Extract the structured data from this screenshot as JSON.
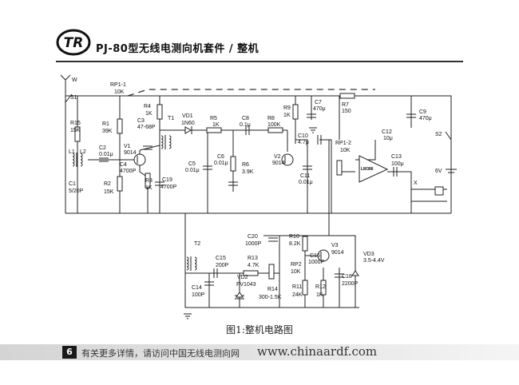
{
  "header": {
    "logo_text": "TR",
    "title": "PJ-80型无线电测向机套件 / 整机"
  },
  "schematic": {
    "components": [
      {
        "id": "W",
        "labels": [
          "W"
        ]
      },
      {
        "id": "S1",
        "labels": [
          "S1"
        ]
      },
      {
        "id": "RP1-1",
        "labels": [
          "RP1-1",
          "10K"
        ]
      },
      {
        "id": "R15",
        "labels": [
          "R15",
          "15K"
        ]
      },
      {
        "id": "L1",
        "labels": [
          "L1"
        ]
      },
      {
        "id": "L2",
        "labels": [
          "L2"
        ]
      },
      {
        "id": "C1",
        "labels": [
          "C1",
          "5/20P"
        ]
      },
      {
        "id": "R1",
        "labels": [
          "R1",
          "39K"
        ]
      },
      {
        "id": "C2",
        "labels": [
          "C2",
          "0.01μ"
        ]
      },
      {
        "id": "C3",
        "labels": [
          "C3",
          "47-68P"
        ]
      },
      {
        "id": "R4",
        "labels": [
          "R4",
          "1K"
        ]
      },
      {
        "id": "T1",
        "labels": [
          "T1"
        ]
      },
      {
        "id": "V1",
        "labels": [
          "V1",
          "9014"
        ]
      },
      {
        "id": "C4",
        "labels": [
          "C4",
          "4700P"
        ]
      },
      {
        "id": "R2",
        "labels": [
          "R2",
          "15K"
        ]
      },
      {
        "id": "R3",
        "labels": [
          "R3",
          "1K"
        ]
      },
      {
        "id": "C19",
        "labels": [
          "C19",
          "4700P"
        ]
      },
      {
        "id": "VD1",
        "labels": [
          "VD1",
          "1N60"
        ]
      },
      {
        "id": "C5",
        "labels": [
          "C5",
          "0.01μ"
        ]
      },
      {
        "id": "R5",
        "labels": [
          "R5",
          "1K"
        ]
      },
      {
        "id": "C6",
        "labels": [
          "C6",
          "0.01μ"
        ]
      },
      {
        "id": "R6",
        "labels": [
          "R6",
          "3.9K"
        ]
      },
      {
        "id": "C8",
        "labels": [
          "C8",
          "0.1μ"
        ]
      },
      {
        "id": "R8",
        "labels": [
          "R8",
          "100K"
        ]
      },
      {
        "id": "R9",
        "labels": [
          "R9",
          "1K"
        ]
      },
      {
        "id": "V2",
        "labels": [
          "V2",
          "9014"
        ]
      },
      {
        "id": "C7",
        "labels": [
          "C7",
          "470μ"
        ]
      },
      {
        "id": "C10",
        "labels": [
          "C10",
          "4.7μ"
        ]
      },
      {
        "id": "C11",
        "labels": [
          "C11",
          "0.01μ"
        ]
      },
      {
        "id": "R7",
        "labels": [
          "R7",
          "150"
        ]
      },
      {
        "id": "RP1-2",
        "labels": [
          "RP1-2",
          "10K"
        ]
      },
      {
        "id": "C12",
        "labels": [
          "C12",
          "10μ"
        ]
      },
      {
        "id": "IC",
        "labels": [
          "LM386"
        ]
      },
      {
        "id": "C13",
        "labels": [
          "C13",
          "100μ"
        ]
      },
      {
        "id": "C9",
        "labels": [
          "C9",
          "470μ"
        ]
      },
      {
        "id": "S2",
        "labels": [
          "S2"
        ]
      },
      {
        "id": "BAT",
        "labels": [
          "6V"
        ]
      },
      {
        "id": "X",
        "labels": [
          "X"
        ]
      },
      {
        "id": "T2",
        "labels": [
          "T2"
        ]
      },
      {
        "id": "C14",
        "labels": [
          "C14",
          "100P"
        ]
      },
      {
        "id": "C15",
        "labels": [
          "C15",
          "200P"
        ]
      },
      {
        "id": "VD2",
        "labels": [
          "VD2",
          "FV1043"
        ]
      },
      {
        "id": "R13",
        "labels": [
          "R13",
          "4.7K"
        ]
      },
      {
        "id": "R14",
        "labels": [
          "R14",
          "300-1.5K"
        ]
      },
      {
        "id": "C20",
        "labels": [
          "C20",
          "1000P"
        ]
      },
      {
        "id": "R10",
        "labels": [
          "R10",
          "8.2K"
        ]
      },
      {
        "id": "RP2",
        "labels": [
          "RP2",
          "10K"
        ]
      },
      {
        "id": "R11",
        "labels": [
          "R11",
          "24K"
        ]
      },
      {
        "id": "V3",
        "labels": [
          "V3",
          "9014"
        ]
      },
      {
        "id": "C16",
        "labels": [
          "C16",
          "1000P"
        ]
      },
      {
        "id": "R12",
        "labels": [
          "R12",
          "1K"
        ]
      },
      {
        "id": "C18",
        "labels": [
          "C18",
          "2200P"
        ]
      },
      {
        "id": "VD3",
        "labels": [
          "VD3",
          "3.5-4.4V"
        ]
      }
    ],
    "caption": "图1:整机电路图"
  },
  "footer": {
    "page_number": "6",
    "note": "有关更多详情，请访问中国无线电测向网",
    "url": "www.chinaardf.com"
  }
}
